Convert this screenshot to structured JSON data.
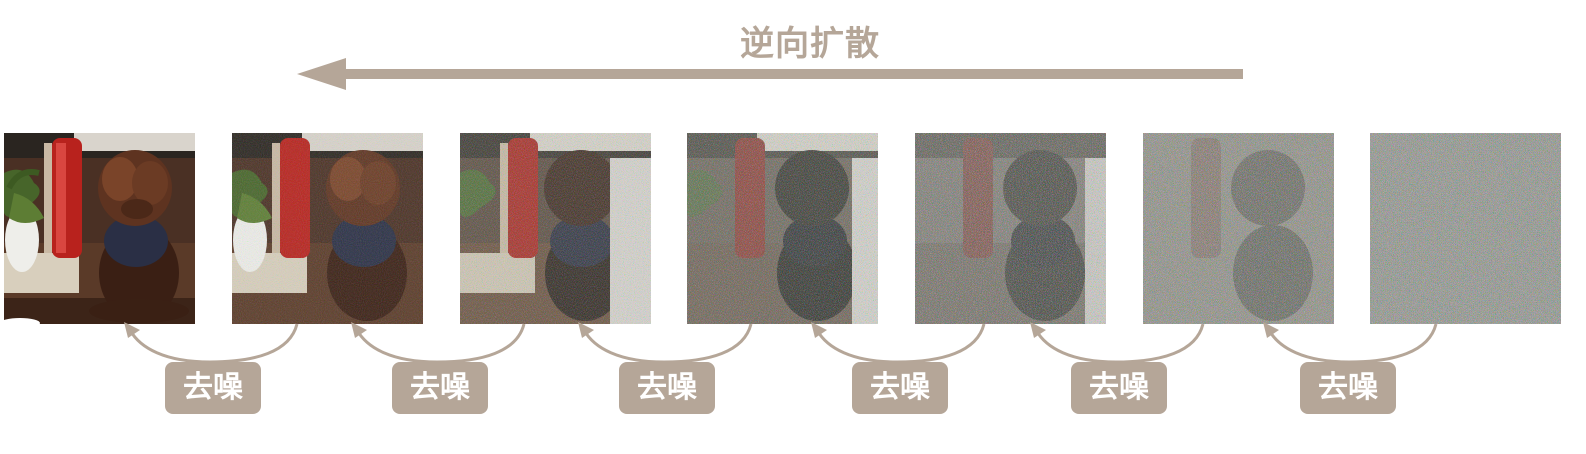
{
  "diagram": {
    "title": "逆向扩散",
    "steps": [
      {
        "label": "去噪"
      },
      {
        "label": "去噪"
      },
      {
        "label": "去噪"
      },
      {
        "label": "去噪"
      },
      {
        "label": "去噪"
      },
      {
        "label": "去噪"
      }
    ],
    "frames": [
      {
        "content": "clean photo of a brown toy poodle sitting on a wooden floor next to a potted plant on a stand and a red fire extinguisher",
        "noise_level": 0.0
      },
      {
        "content": "same photo with slight noise",
        "noise_level": 0.2
      },
      {
        "content": "same photo with moderate noise",
        "noise_level": 0.4
      },
      {
        "content": "same photo with heavier noise",
        "noise_level": 0.55
      },
      {
        "content": "same photo mostly noise",
        "noise_level": 0.7
      },
      {
        "content": "faint silhouette in noise",
        "noise_level": 0.85
      },
      {
        "content": "pure noise",
        "noise_level": 1.0
      }
    ],
    "colors": {
      "accent": "#b5a698",
      "badge": "#b5a698",
      "badge_text": "#ffffff"
    },
    "icons": {
      "main_arrow": "left-arrow-icon",
      "step_arrow": "curved-arrow-icon"
    }
  }
}
